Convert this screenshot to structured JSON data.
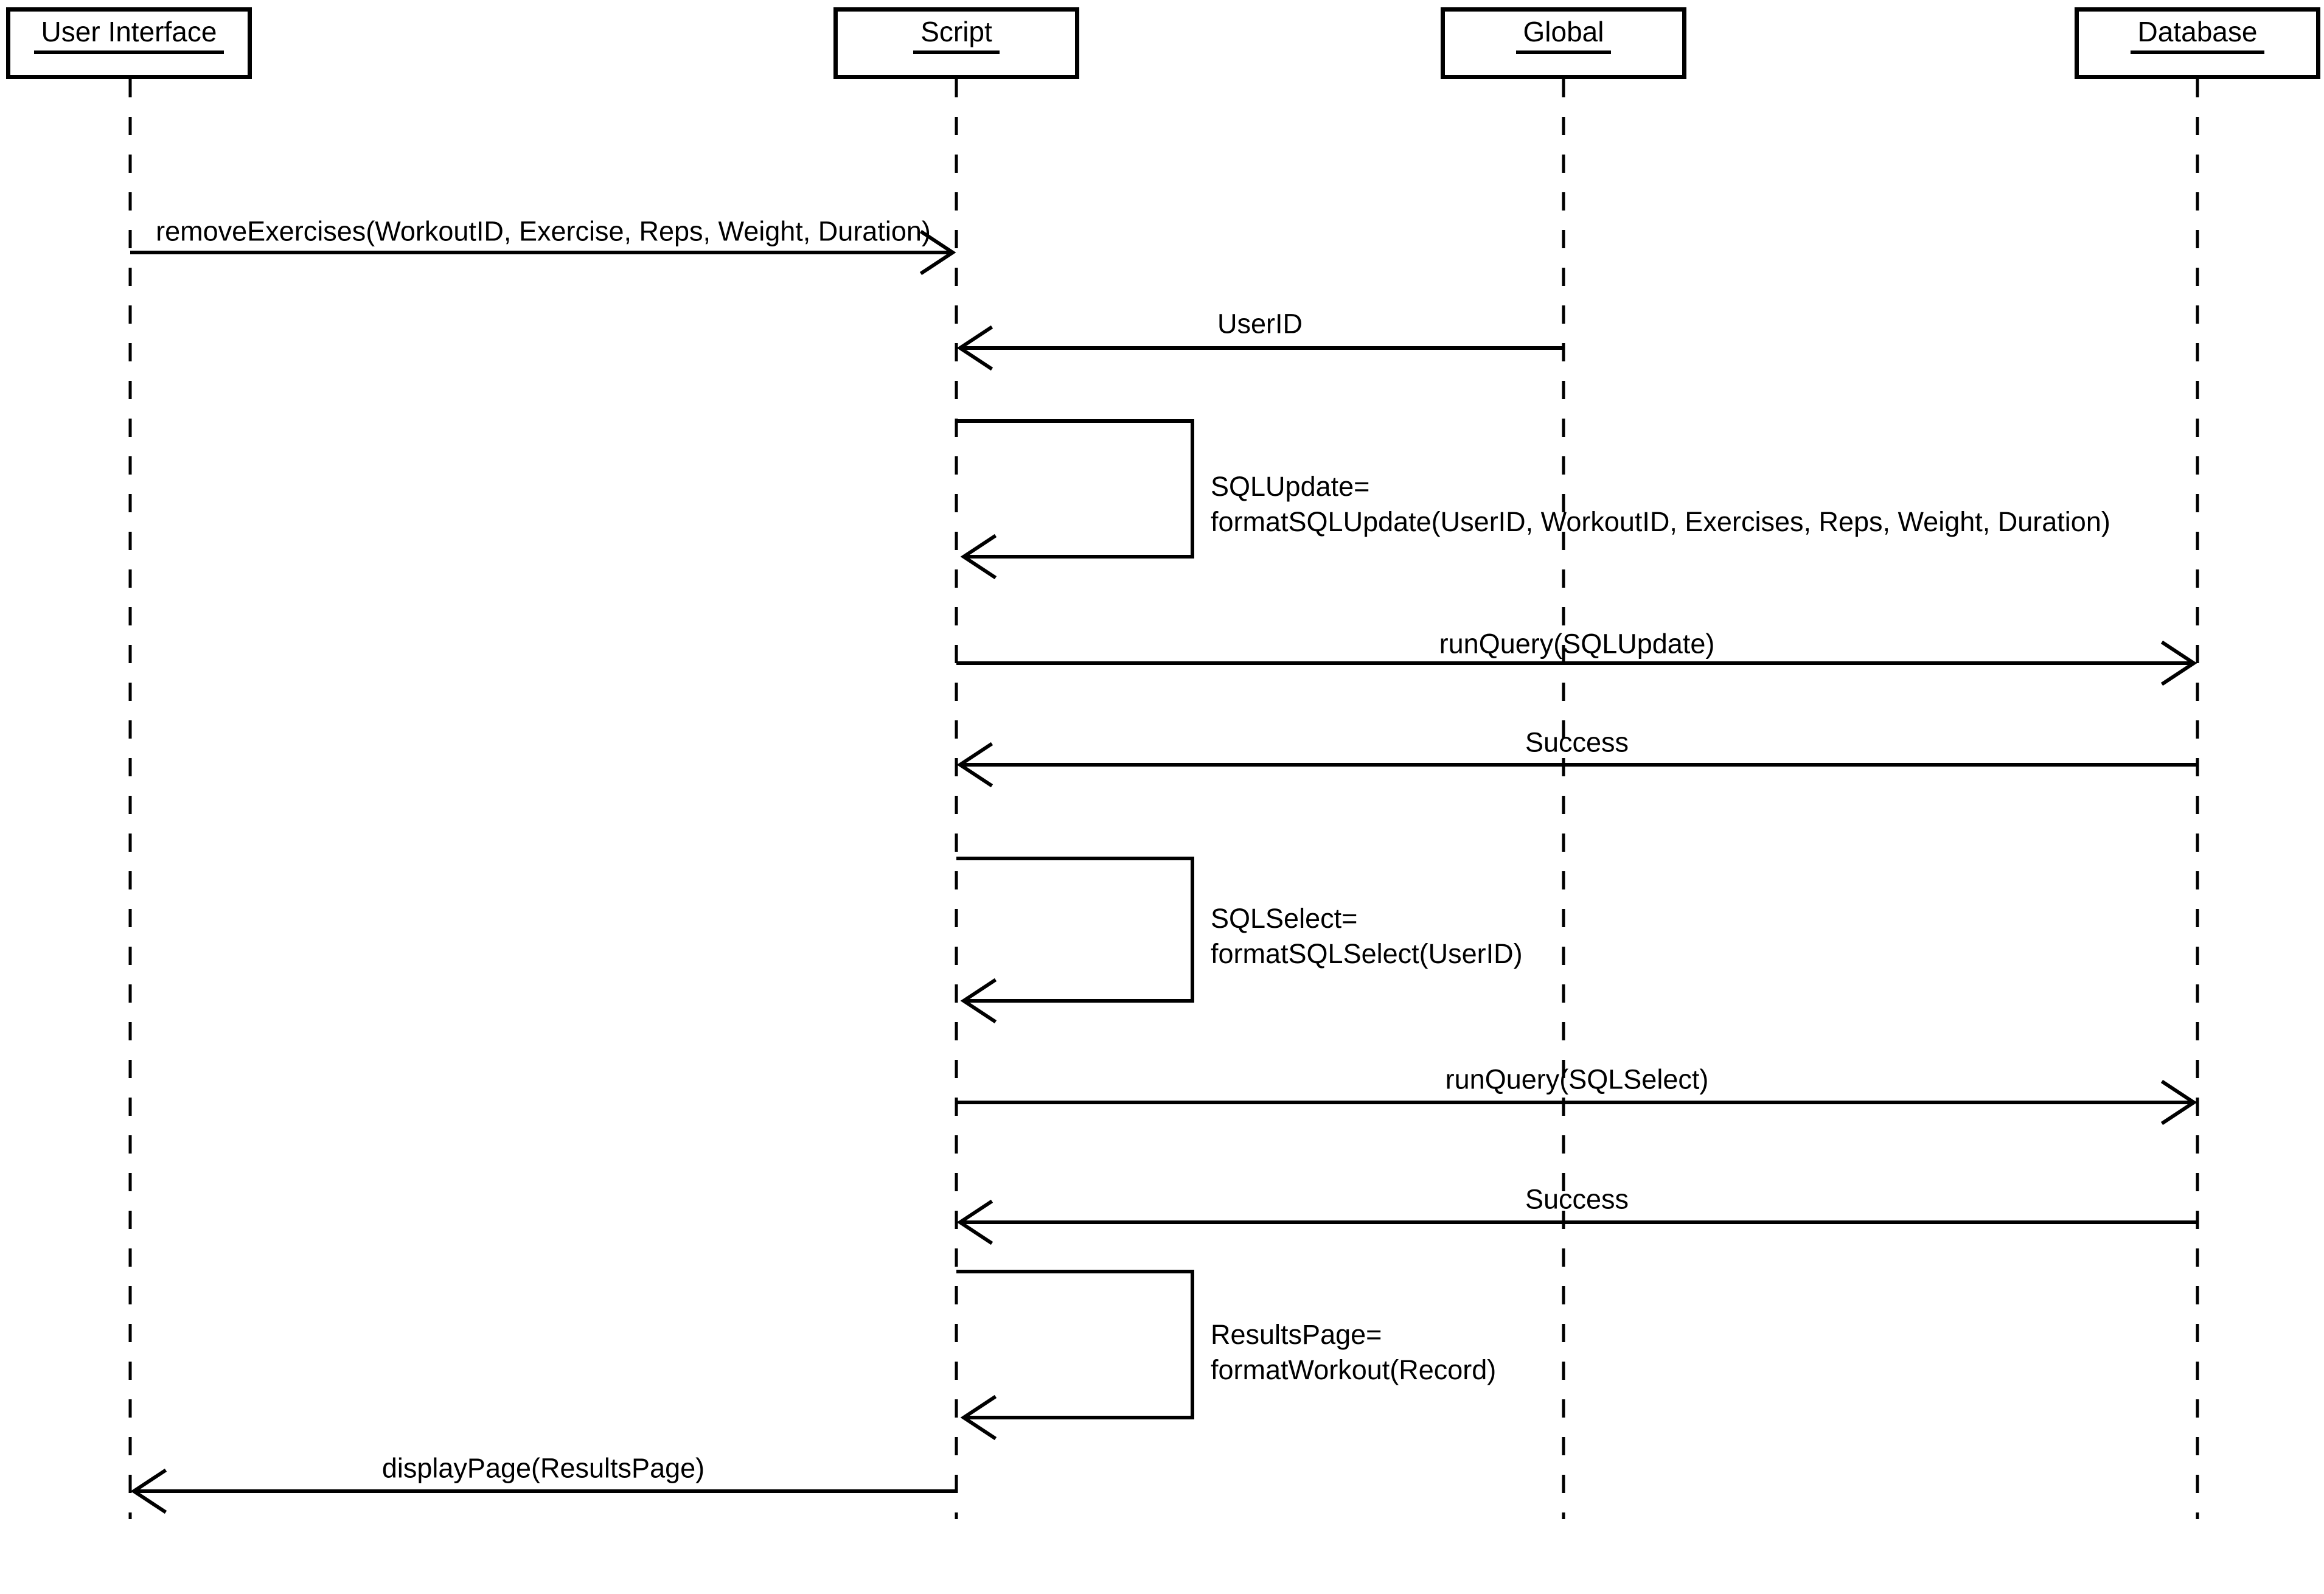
{
  "diagram": {
    "kind": "uml-sequence-diagram",
    "colors": {
      "foreground": "#000000",
      "background": "#ffffff"
    },
    "actors": [
      {
        "id": "user-interface",
        "label": "User Interface"
      },
      {
        "id": "script",
        "label": "Script"
      },
      {
        "id": "global",
        "label": "Global"
      },
      {
        "id": "database",
        "label": "Database"
      }
    ],
    "messages": [
      {
        "type": "call",
        "from": "user-interface",
        "to": "script",
        "label": "removeExercises(WorkoutID, Exercise, Reps, Weight, Duration)"
      },
      {
        "type": "call",
        "from": "global",
        "to": "script",
        "label": "UserID"
      },
      {
        "type": "self",
        "on": "script",
        "line1": "SQLUpdate=",
        "line2": "formatSQLUpdate(UserID, WorkoutID, Exercises, Reps, Weight, Duration)"
      },
      {
        "type": "call",
        "from": "script",
        "to": "database",
        "label": "runQuery(SQLUpdate)"
      },
      {
        "type": "return",
        "from": "database",
        "to": "script",
        "label": "Success"
      },
      {
        "type": "self",
        "on": "script",
        "line1": "SQLSelect=",
        "line2": "formatSQLSelect(UserID)"
      },
      {
        "type": "call",
        "from": "script",
        "to": "database",
        "label": "runQuery(SQLSelect)"
      },
      {
        "type": "return",
        "from": "database",
        "to": "script",
        "label": "Success"
      },
      {
        "type": "self",
        "on": "script",
        "line1": "ResultsPage=",
        "line2": "formatWorkout(Record)"
      },
      {
        "type": "return",
        "from": "script",
        "to": "user-interface",
        "label": "displayPage(ResultsPage)"
      }
    ]
  }
}
